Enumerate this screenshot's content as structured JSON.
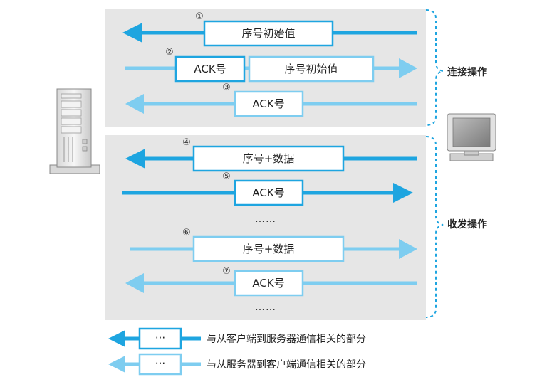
{
  "colors": {
    "client_to_server": "#1ea5e0",
    "server_to_client": "#7ecdf0",
    "panel": "#e6e6e6",
    "brace": "#1ea5e0"
  },
  "steps": [
    {
      "num": "①",
      "label": "序号初始值"
    },
    {
      "num": "②",
      "label_a": "ACK号",
      "label_b": "序号初始值"
    },
    {
      "num": "③",
      "label": "ACK号"
    },
    {
      "num": "④",
      "label": "序号+数据"
    },
    {
      "num": "⑤",
      "label": "ACK号"
    },
    {
      "num": "⑥",
      "label": "序号+数据"
    },
    {
      "num": "⑦",
      "label": "ACK号"
    }
  ],
  "ellipsis": "……",
  "groups": {
    "connect": "连接操作",
    "transfer": "收发操作"
  },
  "legend": {
    "box_text": "···",
    "client_to_server": "与从客户端到服务器通信相关的部分",
    "server_to_client": "与从服务器到客户端通信相关的部分"
  },
  "icons": {
    "server": "server-icon",
    "client": "client-computer-icon"
  }
}
